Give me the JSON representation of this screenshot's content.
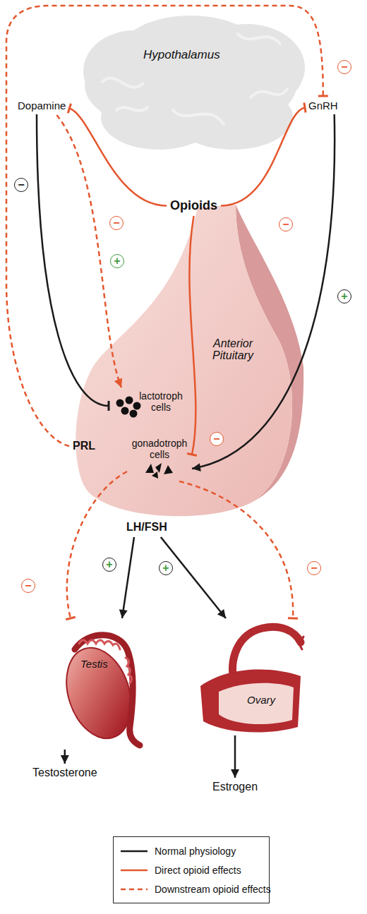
{
  "diagram": {
    "nodes": [
      {
        "text": [
          "Hypothalamus"
        ]
      },
      {
        "text": [
          "Dopamine"
        ]
      },
      {
        "text": [
          "GnRH"
        ]
      },
      {
        "text": [
          "Opioids"
        ]
      },
      {
        "text": [
          "Anterior Pituitary"
        ]
      },
      {
        "text": [
          "lactotroph cells"
        ],
        "in": 4
      },
      {
        "text": [
          "gonadotroph cells"
        ],
        "in": 4
      },
      {
        "text": [
          "PRL"
        ]
      },
      {
        "text": [
          "LH/FSH"
        ]
      },
      {
        "text": [
          "Testis"
        ]
      },
      {
        "text": [
          "Testosterone"
        ]
      },
      {
        "text": [
          "Ovary"
        ]
      },
      {
        "text": [
          "Estrogen"
        ]
      }
    ],
    "edges": [
      {
        "from": 1,
        "to": 5,
        "label": "−",
        "arrow": "to"
      },
      {
        "from": 2,
        "to": 6,
        "label": "+",
        "arrow": "to"
      },
      {
        "from": 3,
        "to": 1,
        "label": "−",
        "arrow": "to"
      },
      {
        "from": 3,
        "to": 2,
        "label": "−",
        "arrow": "to"
      },
      {
        "from": 3,
        "to": 6,
        "label": "−",
        "arrow": "to"
      },
      {
        "from": 1,
        "to": 5,
        "label": "+",
        "arrow": "to"
      },
      {
        "from": 7,
        "to": 2,
        "label": "−",
        "arrow": "to"
      },
      {
        "from": 6,
        "to": 9,
        "label": "−",
        "arrow": "to"
      },
      {
        "from": 6,
        "to": 11,
        "label": "−",
        "arrow": "to"
      },
      {
        "from": 8,
        "to": 9,
        "label": "+",
        "arrow": "to"
      },
      {
        "from": 8,
        "to": 11,
        "label": "+",
        "arrow": "to"
      },
      {
        "from": 9,
        "to": 10,
        "arrow": "to"
      },
      {
        "from": 11,
        "to": 12,
        "arrow": "to"
      }
    ],
    "legend": [
      {
        "text": "Normal physiology"
      },
      {
        "text": "Direct opioid effects"
      },
      {
        "text": "Downstream opioid effects"
      }
    ]
  }
}
